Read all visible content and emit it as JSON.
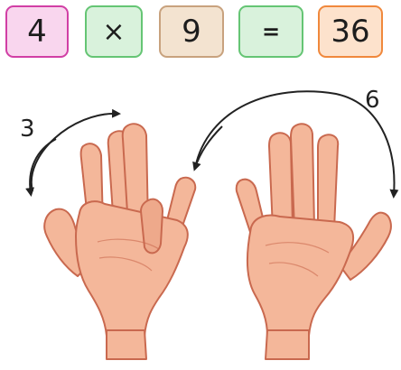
{
  "equation": {
    "tiles": [
      {
        "text": "4",
        "fill": "#f9d6ee",
        "border": "#d13fa5"
      },
      {
        "text": "×",
        "fill": "#d9f2dc",
        "border": "#65c574"
      },
      {
        "text": "9",
        "fill": "#f3e3d0",
        "border": "#c8a27e"
      },
      {
        "text": "=",
        "fill": "#d9f2dc",
        "border": "#65c574"
      },
      {
        "text": "36",
        "fill": "#fde2cc",
        "border": "#f0883c"
      }
    ]
  },
  "hands": {
    "left_count_label": "3",
    "right_count_label": "6",
    "skin_color": "#f4b79a",
    "skin_outline": "#c9694f",
    "arrow_color": "#222222"
  }
}
